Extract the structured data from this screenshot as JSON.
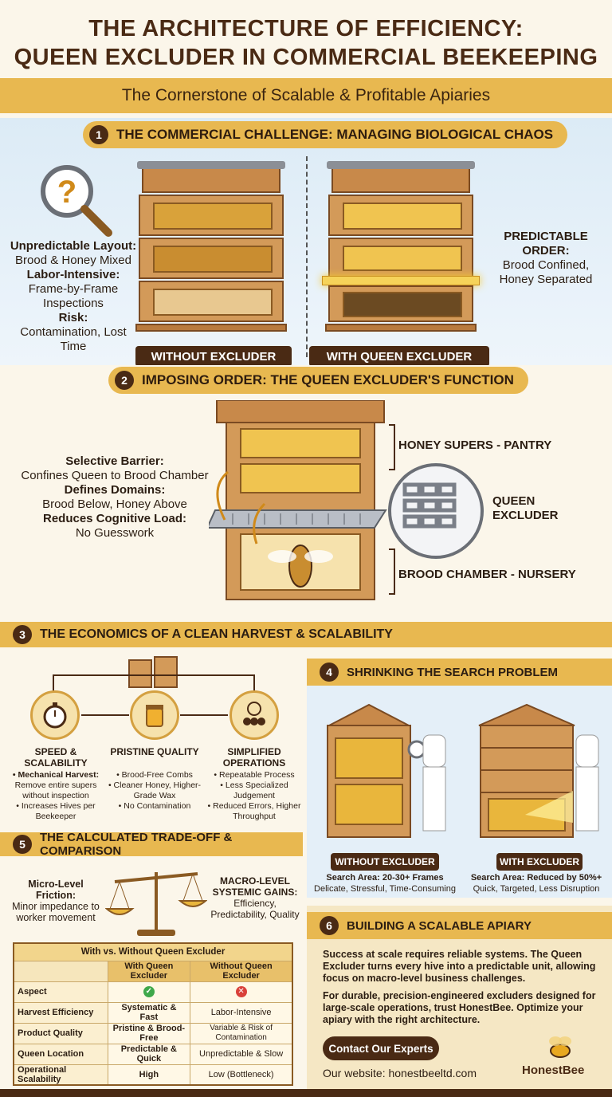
{
  "header": {
    "title_line1": "THE ARCHITECTURE OF EFFICIENCY:",
    "title_line2": "QUEEN EXCLUDER IN COMMERCIAL BEEKEEPING",
    "subtitle": "The Cornerstone of Scalable & Profitable Apiaries"
  },
  "section1": {
    "num": "1",
    "title": "THE COMMERCIAL CHALLENGE: MANAGING BIOLOGICAL CHAOS",
    "left_labels": [
      {
        "bold": "Unpredictable Layout:",
        "text": "Brood & Honey Mixed"
      },
      {
        "bold": "Labor-Intensive:",
        "text": "Frame-by-Frame Inspections"
      },
      {
        "bold": "Risk:",
        "text": "Contamination, Lost Time"
      }
    ],
    "right_label_bold": "PREDICTABLE ORDER:",
    "right_label_text": "Brood Confined, Honey Separated",
    "tab_left": "WITHOUT EXCLUDER",
    "tab_right": "WITH QUEEN EXCLUDER"
  },
  "section2": {
    "num": "2",
    "title": "IMPOSING ORDER: THE QUEEN EXCLUDER'S FUNCTION",
    "left_labels": [
      {
        "bold": "Selective Barrier:",
        "text": "Confines Queen to Brood Chamber"
      },
      {
        "bold": "Defines Domains:",
        "text": "Brood Below, Honey Above"
      },
      {
        "bold": "Reduces Cognitive Load:",
        "text": "No Guesswork"
      }
    ],
    "label_honey": "HONEY SUPERS - PANTRY",
    "label_excluder": "QUEEN EXCLUDER",
    "label_brood": "BROOD CHAMBER - NURSERY"
  },
  "section3": {
    "num": "3",
    "title": "THE ECONOMICS OF A CLEAN HARVEST & SCALABILITY",
    "columns": [
      {
        "head": "SPEED & SCALABILITY",
        "lines": [
          "• Mechanical Harvest:",
          "Remove entire supers without inspection",
          "• Increases Hives per Beekeeper"
        ]
      },
      {
        "head": "PRISTINE QUALITY",
        "lines": [
          "• Brood-Free Combs",
          "• Cleaner Honey, Higher-Grade Wax",
          "• No Contamination"
        ]
      },
      {
        "head": "SIMPLIFIED OPERATIONS",
        "lines": [
          "• Repeatable Process",
          "• Less Specialized Judgement",
          "• Reduced Errors, Higher Throughput"
        ]
      }
    ]
  },
  "section4": {
    "num": "4",
    "title": "SHRINKING THE SEARCH PROBLEM",
    "left_tab": "WITHOUT EXCLUDER",
    "left_line1": "Search Area: 20-30+ Frames",
    "left_line2": "Delicate, Stressful, Time-Consuming",
    "right_tab": "WITH EXCLUDER",
    "right_line1": "Search Area: Reduced by 50%+",
    "right_line2": "Quick, Targeted, Less Disruption"
  },
  "section5": {
    "num": "5",
    "title": "THE CALCULATED TRADE-OFF & COMPARISON",
    "micro_bold": "Micro-Level Friction:",
    "micro_text": "Minor impedance to worker movement",
    "macro_bold": "MACRO-LEVEL SYSTEMIC GAINS:",
    "macro_text": "Efficiency, Predictability, Quality",
    "table": {
      "caption": "With vs. Without Queen Excluder",
      "col_with": "With Queen Excluder",
      "col_without": "Without Queen Excluder",
      "aspect_label": "Aspect",
      "rows": [
        {
          "aspect": "Harvest Efficiency",
          "with": "Systematic & Fast",
          "without": "Labor-Intensive"
        },
        {
          "aspect": "Product Quality",
          "with": "Pristine & Brood-Free",
          "without": "Variable & Risk of Contamination"
        },
        {
          "aspect": "Queen Location",
          "with": "Predictable & Quick",
          "without": "Unpredictable & Slow"
        },
        {
          "aspect": "Operational Scalability",
          "with": "High",
          "without": "Low (Bottleneck)"
        }
      ]
    }
  },
  "section6": {
    "num": "6",
    "title": "BUILDING A SCALABLE APIARY",
    "para1": "Success at scale requires reliable systems. The Queen Excluder turns every hive into a predictable unit, allowing focus on macro-level business challenges.",
    "para2": "For durable, precision-engineered excluders designed for large-scale operations, trust HonestBee. Optimize your apiary with the right architecture.",
    "cta": "Contact Our Experts",
    "website": "Our website: honestbeeltd.com",
    "brand": "HonestBee"
  },
  "colors": {
    "gold": "#e8b850",
    "brown": "#4a2a14",
    "wood": "#d39a59",
    "honey": "#e9b63c"
  }
}
